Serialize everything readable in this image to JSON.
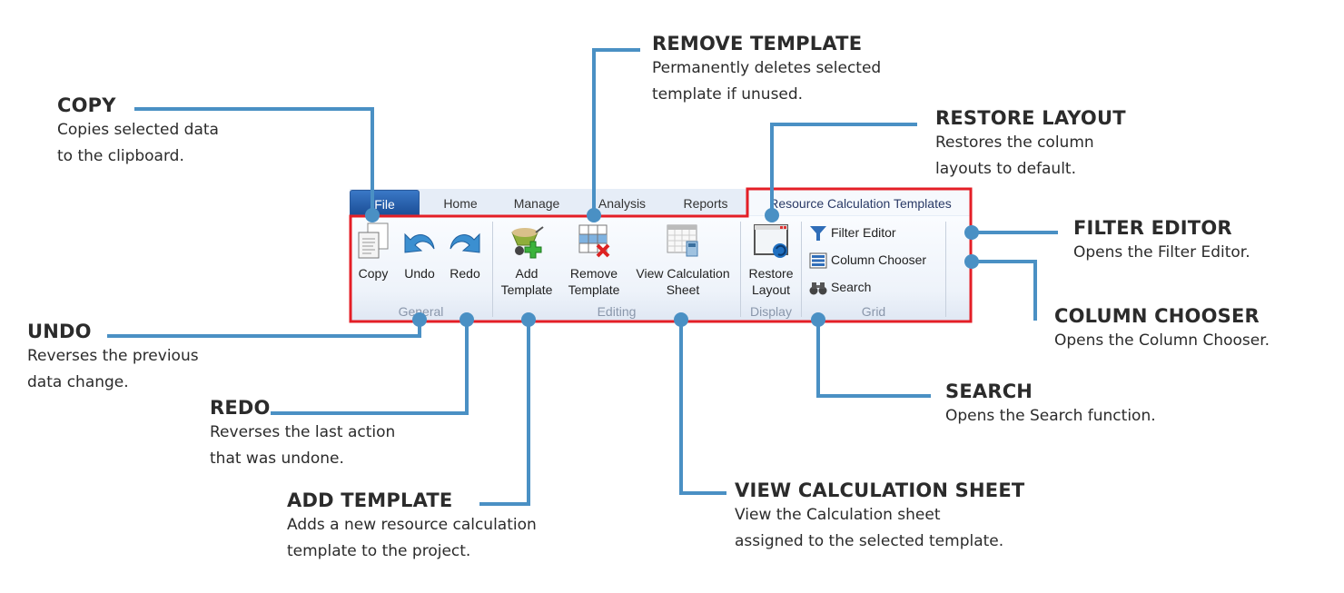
{
  "ribbon": {
    "tabs": [
      {
        "label": "File"
      },
      {
        "label": "Home"
      },
      {
        "label": "Manage"
      },
      {
        "label": "Analysis"
      },
      {
        "label": "Reports"
      },
      {
        "label": "Resource Calculation Templates"
      }
    ],
    "groups": {
      "general": {
        "label": "General",
        "buttons": [
          {
            "label": "Copy",
            "icon": "copy-icon"
          },
          {
            "label": "Undo",
            "icon": "undo-icon"
          },
          {
            "label": "Redo",
            "icon": "redo-icon"
          }
        ]
      },
      "editing": {
        "label": "Editing",
        "buttons": [
          {
            "label_line1": "Add",
            "label_line2": "Template",
            "icon": "add-template-icon"
          },
          {
            "label_line1": "Remove",
            "label_line2": "Template",
            "icon": "remove-template-icon"
          },
          {
            "label_line1": "View Calculation",
            "label_line2": "Sheet",
            "icon": "calculation-sheet-icon"
          }
        ]
      },
      "display": {
        "label": "Display",
        "buttons": [
          {
            "label_line1": "Restore",
            "label_line2": "Layout",
            "icon": "restore-layout-icon"
          }
        ]
      },
      "grid": {
        "label": "Grid",
        "buttons": [
          {
            "label": "Filter Editor",
            "icon": "filter-icon"
          },
          {
            "label": "Column Chooser",
            "icon": "column-chooser-icon"
          },
          {
            "label": "Search",
            "icon": "binoculars-icon"
          }
        ]
      }
    }
  },
  "callouts": {
    "copy": {
      "title": "COPY",
      "description": "Copies selected data\nto the clipboard."
    },
    "remove_template": {
      "title": "REMOVE TEMPLATE",
      "description": "Permanently deletes selected\ntemplate if unused."
    },
    "restore_layout": {
      "title": "RESTORE LAYOUT",
      "description": "Restores the column\nlayouts to default."
    },
    "filter_editor": {
      "title": "FILTER EDITOR",
      "description": "Opens the Filter Editor."
    },
    "column_chooser": {
      "title": "COLUMN CHOOSER",
      "description": "Opens the Column Chooser."
    },
    "undo": {
      "title": "UNDO",
      "description": "Reverses the previous\ndata change."
    },
    "redo": {
      "title": "REDO",
      "description": "Reverses the last action\nthat was undone."
    },
    "add_template": {
      "title": "ADD TEMPLATE",
      "description": "Adds a new resource calculation\ntemplate to the project."
    },
    "search": {
      "title": "SEARCH",
      "description": "Opens the Search function."
    },
    "view_calculation_sheet": {
      "title": "VIEW CALCULATION SHEET",
      "description": "View the Calculation sheet\nassigned to the selected template."
    }
  },
  "colors": {
    "connector": "#4a90c4",
    "highlight": "#e41e26",
    "file_tab": "#1f5aa6"
  }
}
